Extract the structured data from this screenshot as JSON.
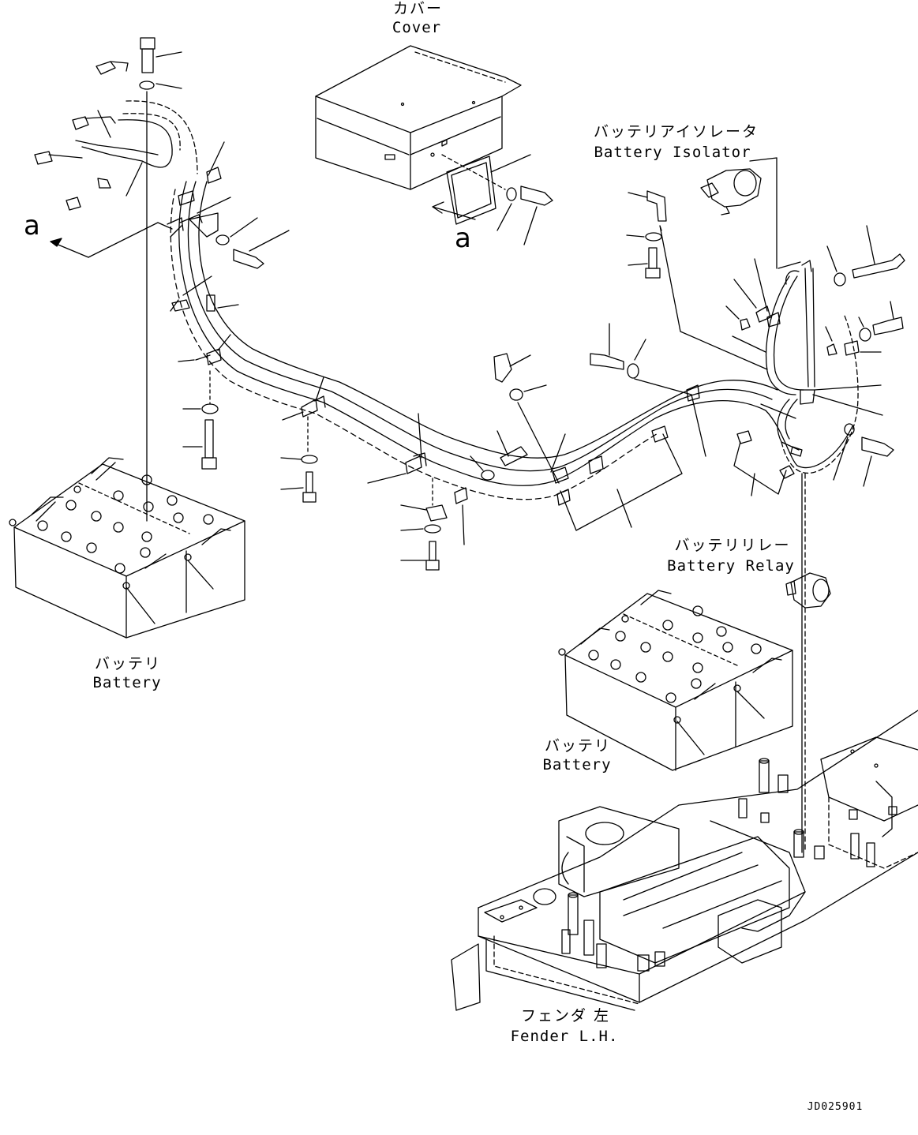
{
  "labels": {
    "cover": {
      "jp": "カバー",
      "en": "Cover"
    },
    "battery_isolator": {
      "jp": "バッテリアイソレータ",
      "en": "Battery Isolator"
    },
    "battery_relay": {
      "jp": "バッテリリレー",
      "en": "Battery Relay"
    },
    "battery_left": {
      "jp": "バッテリ",
      "en": "Battery"
    },
    "battery_right": {
      "jp": "バッテリ",
      "en": "Battery"
    },
    "fender": {
      "jp": "フェンダ 左",
      "en": "Fender L.H."
    },
    "view_mark_left": "a",
    "view_mark_cover": "a"
  },
  "drawing_code": "JD025901"
}
